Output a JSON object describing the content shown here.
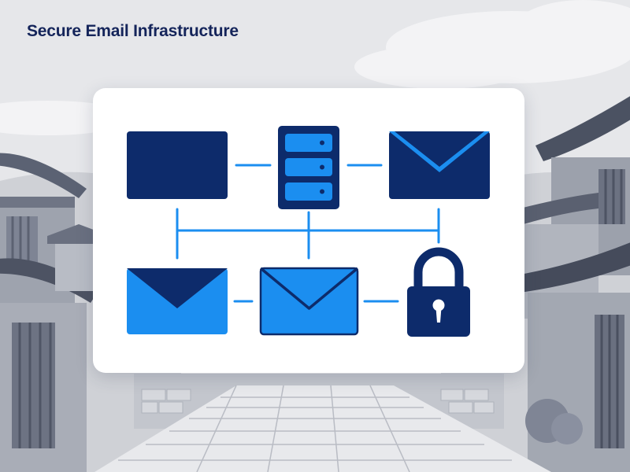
{
  "header": {
    "title": "Secure Email Infrastructure"
  },
  "colors": {
    "navy": "#0d2b6b",
    "blue": "#1b8ef0",
    "connector": "#1b8ef0",
    "card": "#ffffff",
    "title": "#14245a"
  },
  "diagram": {
    "nodes": [
      {
        "id": "inbox-top-left",
        "icon": "inbox-tray-icon"
      },
      {
        "id": "mail-server",
        "icon": "server-rack-icon"
      },
      {
        "id": "envelope-top-right",
        "icon": "envelope-icon"
      },
      {
        "id": "envelope-bottom-left",
        "icon": "envelope-icon"
      },
      {
        "id": "envelope-bottom-middle",
        "icon": "envelope-icon"
      },
      {
        "id": "padlock",
        "icon": "padlock-icon"
      }
    ],
    "edges": [
      [
        "inbox-top-left",
        "mail-server"
      ],
      [
        "mail-server",
        "envelope-top-right"
      ],
      [
        "envelope-bottom-left",
        "envelope-bottom-middle"
      ],
      [
        "envelope-bottom-middle",
        "padlock"
      ]
    ]
  }
}
